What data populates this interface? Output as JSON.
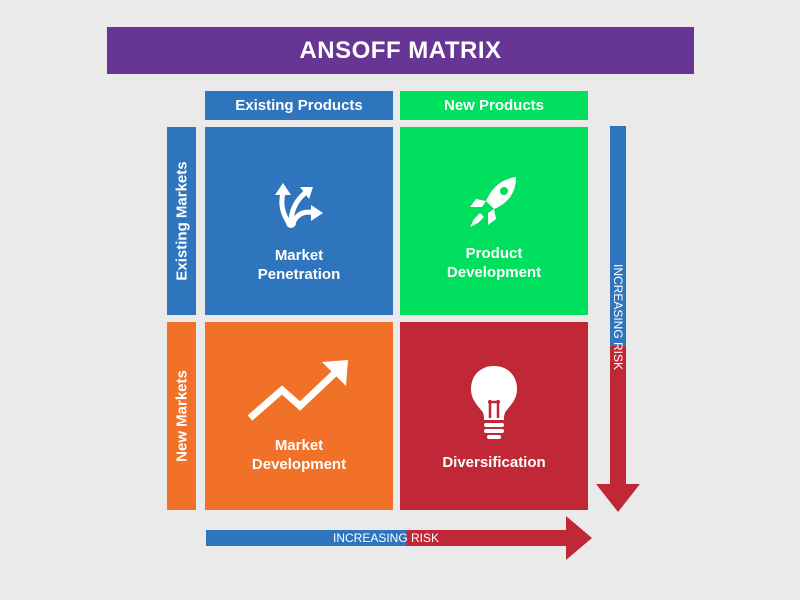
{
  "title": "ANSOFF MATRIX",
  "columns": {
    "existing": "Existing Products",
    "new": "New Products"
  },
  "rows": {
    "existing": "Existing Markets",
    "new": "New Markets"
  },
  "quadrants": {
    "market_penetration": {
      "line1": "Market",
      "line2": "Penetration",
      "color": "#2f75bd",
      "icon": "branching-arrows-icon"
    },
    "product_development": {
      "line1": "Product",
      "line2": "Development",
      "color": "#00df5e",
      "icon": "rocket-icon"
    },
    "market_development": {
      "line1": "Market",
      "line2": "Development",
      "color": "#f07127",
      "icon": "trend-up-arrow-icon"
    },
    "diversification": {
      "line1": "Diversification",
      "color": "#c02838",
      "icon": "lightbulb-icon"
    }
  },
  "risk": {
    "horizontal_label": "INCREASING RISK",
    "vertical_label": "INCREASING RISK"
  },
  "colors": {
    "title": "#673695",
    "blue": "#2f75bd",
    "green": "#00df5e",
    "orange": "#f07127",
    "red": "#c02838",
    "background": "#eaeaea"
  }
}
